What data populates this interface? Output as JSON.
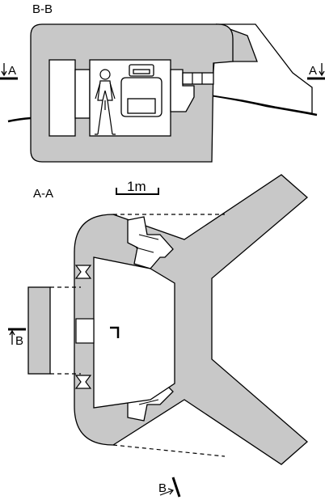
{
  "labels": {
    "section_bb": "B-B",
    "section_aa": "A-A",
    "scale": "1m",
    "cut_a_left": "A",
    "cut_a_right": "A",
    "cut_b_left": "B",
    "cut_b_bottom": "B"
  },
  "colors": {
    "concrete": "#c8c8c8",
    "line": "#000000",
    "void": "#ffffff"
  }
}
